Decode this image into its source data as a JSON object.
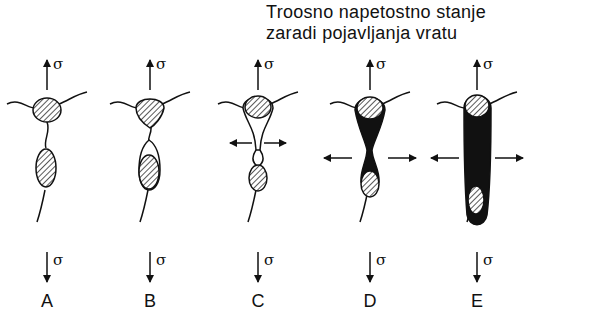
{
  "diagram": {
    "labels": [
      "Troosno napetostno stanje zaradi pojavljanja vratu",
      "σ",
      "σ",
      "σ",
      "σ",
      "σ",
      "σ",
      "σ",
      "σ",
      "σ",
      "σ",
      "A",
      "B",
      "C",
      "D",
      "E"
    ]
  }
}
